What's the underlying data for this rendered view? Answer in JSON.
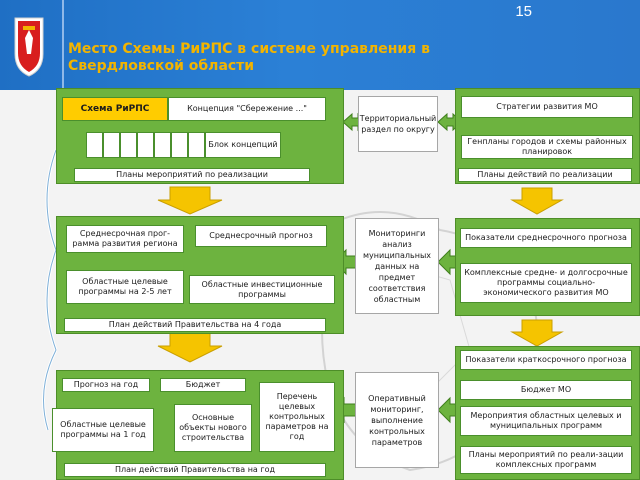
{
  "slide_number": "15",
  "title": "Место Схемы РиРПС в системе управления в Свердловской области",
  "colors": {
    "header_blue": "#2b80d6",
    "title_yellow": "#f2b400",
    "panel_green": "#6db33f",
    "arrow_yellow": "#f5c400"
  },
  "left_top": {
    "scheme": "Схема РиРПС",
    "concept": "Концепция \"Сбережение ...\"",
    "concept_block": "Блок концепций",
    "plans": "Планы мероприятий по реализации"
  },
  "left_mid": {
    "midterm_program": "Среднесрочная прог-рамма развития региона",
    "midterm_forecast": "Среднесрочный прогноз",
    "regional_programs": "Областные целевые программы на 2-5 лет",
    "investment_programs": "Областные инвестиционные программы",
    "gov_plan": "План действий Правительства на 4 года"
  },
  "left_bottom": {
    "annual_forecast": "Прогноз на год",
    "budget": "Бюджет",
    "params_list": "Перечень целевых контрольных параметров на год",
    "annual_programs": "Областные целевые программы на 1 год",
    "construction": "Основные объекты нового строительства",
    "gov_plan_year": "План действий Правительства на год"
  },
  "center": {
    "territorial": "Территориальный раздел по округу",
    "monitoring": "Мониторинги анализ муниципальных данных на предмет соответствия областным",
    "operational": "Оперативный мониторинг, выполнение контрольных параметров"
  },
  "right_top": {
    "strategies": "Стратегии развития МО",
    "master_plans": "Генпланы городов и схемы районных планировок",
    "action_plans": "Планы действий по реализации"
  },
  "right_mid": {
    "midterm_indicators": "Показатели среднесрочного прогноза",
    "complex_programs": "Комплексные средне- и долгосрочные программы социально-экономического развития МО"
  },
  "right_bottom": {
    "shortterm_indicators": "Показатели краткосрочного прогноза",
    "mo_budget": "Бюджет МО",
    "measures": "Мероприятия областных целевых и муниципальных программ",
    "implementation_plans": "Планы мероприятий по реали-зации комплексных программ"
  }
}
